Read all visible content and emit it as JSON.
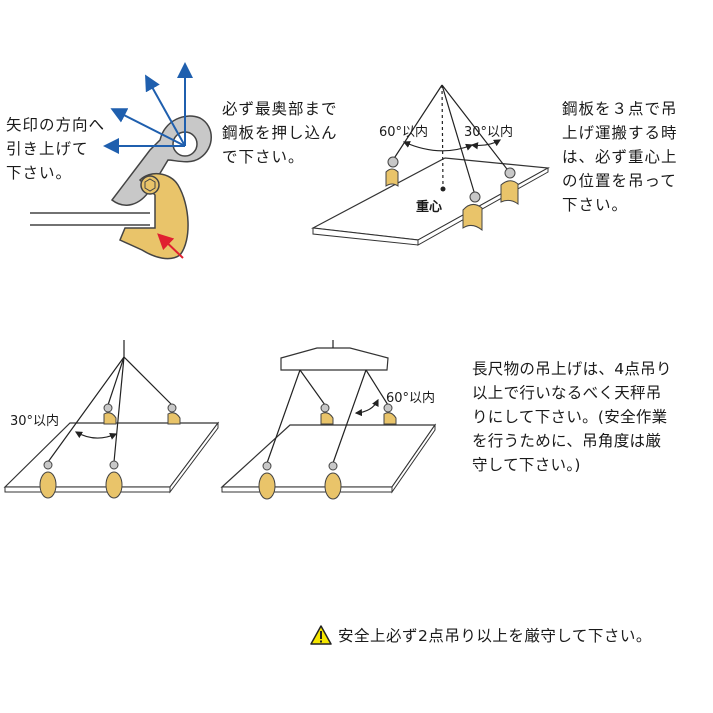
{
  "panel1": {
    "instruction_left": [
      "矢印の方向へ",
      "引き上げて",
      "下さい。"
    ],
    "instruction_right": [
      "必ず最奥部まで",
      "鋼板を押し込ん",
      "で下さい。"
    ]
  },
  "panel2": {
    "angle_left": "60°以内",
    "angle_right": "30°以内",
    "center_label": "重心",
    "instruction": [
      "鋼板を３点で吊",
      "上げ運搬する時",
      "は、必ず重心上",
      "の位置を吊って",
      "下さい。"
    ]
  },
  "panel3": {
    "angle": "30°以内"
  },
  "panel4": {
    "angle": "60°以内",
    "instruction": [
      "長尺物の吊上げは、4点吊り",
      "以上で行いなるべく天秤吊",
      "りにして下さい。(安全作業",
      "を行うために、吊角度は厳",
      "守して下さい。)"
    ]
  },
  "warning": {
    "icon": "warning-triangle-icon",
    "text": "安全上必ず2点吊り以上を厳守して下さい。"
  },
  "colors": {
    "arrow_blue": "#1f5fae",
    "arrow_red": "#e02030",
    "clamp_yellow": "#e9c46a",
    "clamp_gray": "#c8c8c8",
    "warning_yellow": "#f5e600"
  }
}
